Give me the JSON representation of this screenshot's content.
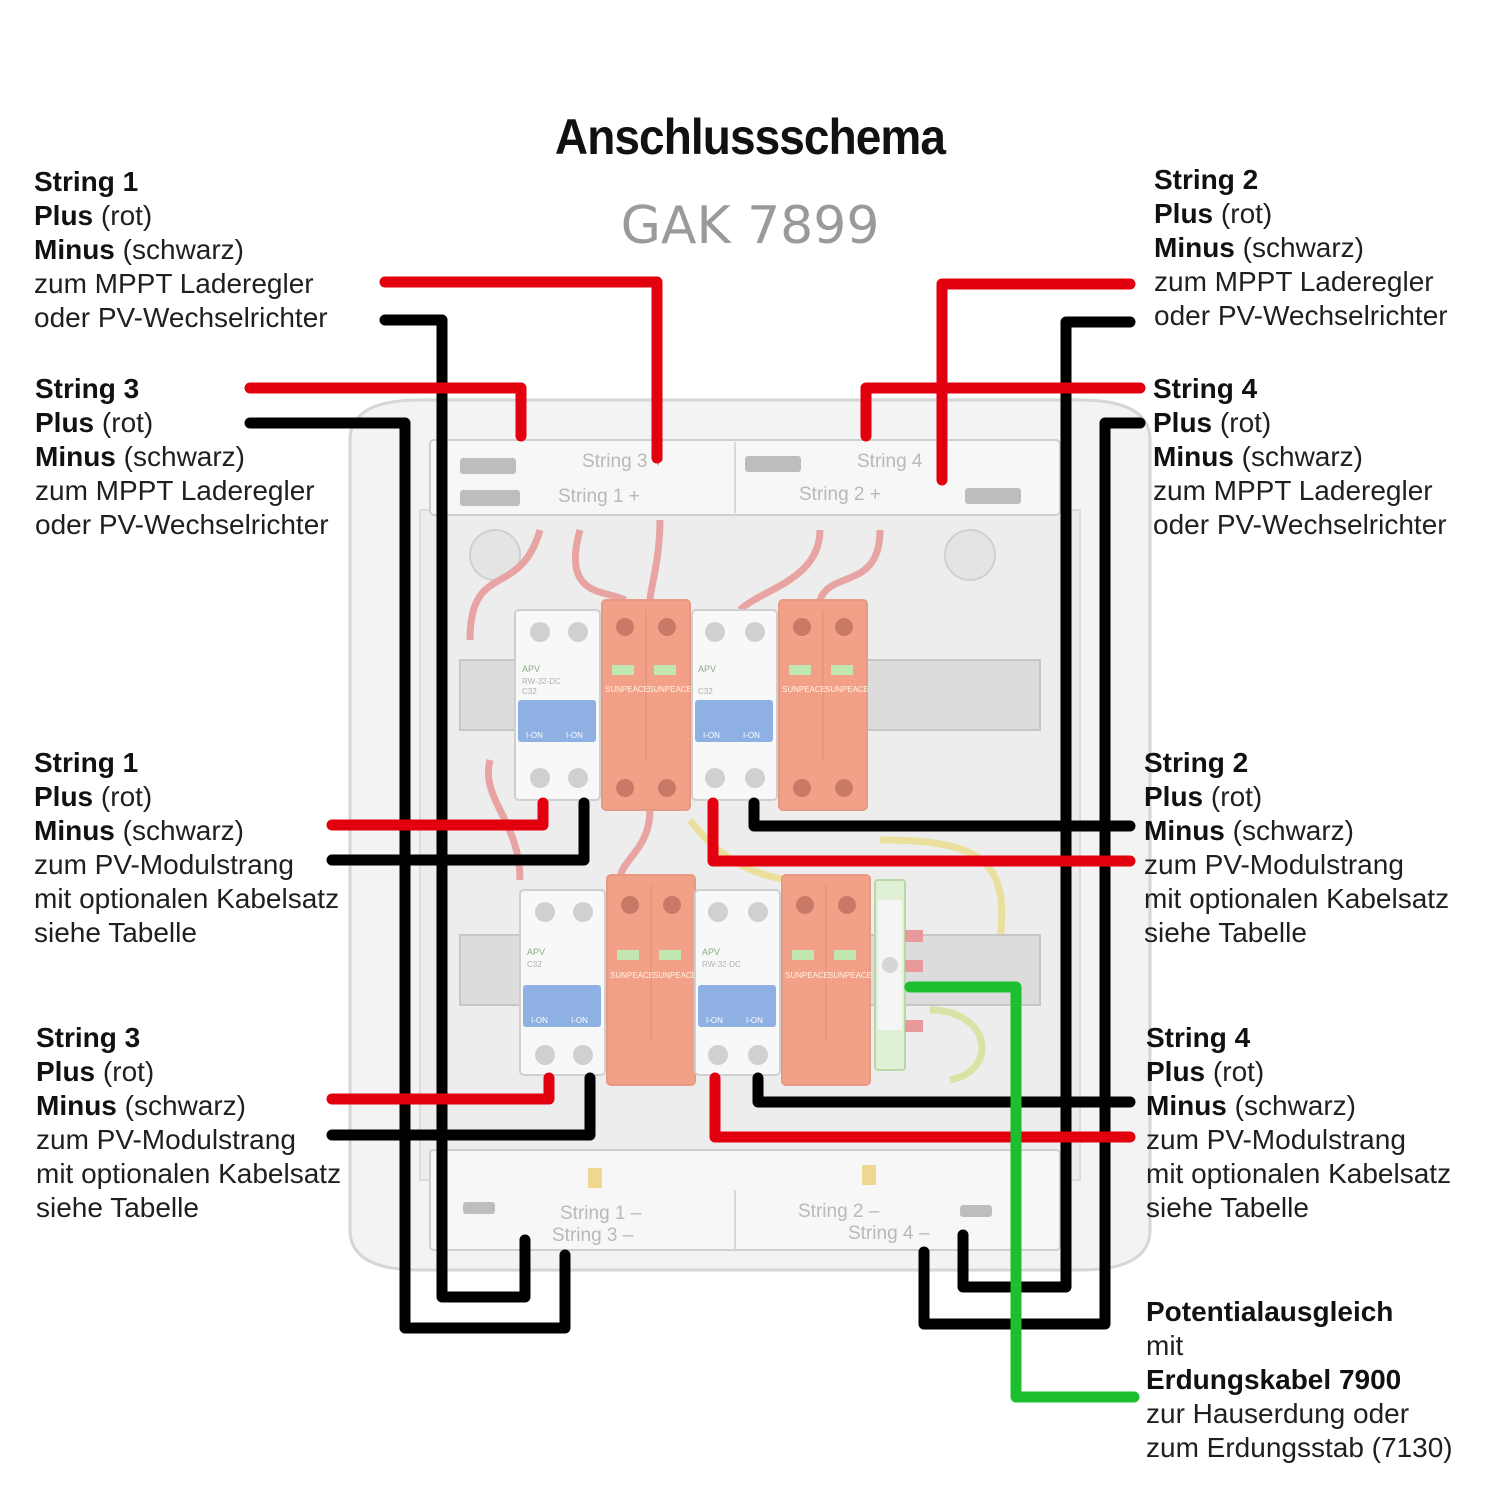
{
  "title": "Anschlussschema",
  "subtitle": "GAK 7899",
  "box_labels": {
    "top_row1_left": "String 3 +",
    "top_row1_right": "String 4",
    "top_row2_left": "String 1 +",
    "top_row2_right": "String 2 +",
    "bottom_row1_left": "String 1 –",
    "bottom_row1_right": "String 2 –",
    "bottom_row2_left": "String 3 –",
    "bottom_row2_right": "String 4 –"
  },
  "devices": {
    "breaker_brand": "APV",
    "breaker_model": "RW-32-DC",
    "breaker_rating": "C32",
    "breaker_switch": "I-ON",
    "spd_brand": "SUNPEACE"
  },
  "annotations": {
    "top_left": {
      "heading": "String 1",
      "plus_bold": "Plus",
      "plus_rest": " (rot)",
      "minus_bold": "Minus",
      "minus_rest": " (schwarz)",
      "line1": "zum MPPT Laderegler",
      "line2": "oder PV-Wechselrichter"
    },
    "top_right": {
      "heading": "String 2",
      "plus_bold": "Plus",
      "plus_rest": " (rot)",
      "minus_bold": "Minus",
      "minus_rest": " (schwarz)",
      "line1": "zum MPPT Laderegler",
      "line2": "oder PV-Wechselrichter"
    },
    "upper_left": {
      "heading": "String 3",
      "plus_bold": "Plus",
      "plus_rest": " (rot)",
      "minus_bold": "Minus",
      "minus_rest": " (schwarz)",
      "line1": "zum MPPT Laderegler",
      "line2": "oder PV-Wechselrichter"
    },
    "upper_right": {
      "heading": "String 4",
      "plus_bold": "Plus",
      "plus_rest": " (rot)",
      "minus_bold": "Minus",
      "minus_rest": " (schwarz)",
      "line1": "zum MPPT Laderegler",
      "line2": "oder PV-Wechselrichter"
    },
    "mid_left": {
      "heading": "String 1",
      "plus_bold": "Plus",
      "plus_rest": " (rot)",
      "minus_bold": "Minus",
      "minus_rest": " (schwarz)",
      "line1": "zum PV-Modulstrang",
      "line2": "mit optionalen Kabelsatz",
      "line3": "siehe Tabelle"
    },
    "mid_right": {
      "heading": "String 2",
      "plus_bold": "Plus",
      "plus_rest": " (rot)",
      "minus_bold": "Minus",
      "minus_rest": " (schwarz)",
      "line1": "zum PV-Modulstrang",
      "line2": "mit optionalen Kabelsatz",
      "line3": "siehe Tabelle"
    },
    "low_left": {
      "heading": "String 3",
      "plus_bold": "Plus",
      "plus_rest": " (rot)",
      "minus_bold": "Minus",
      "minus_rest": " (schwarz)",
      "line1": "zum PV-Modulstrang",
      "line2": "mit optionalen Kabelsatz",
      "line3": "siehe Tabelle"
    },
    "low_right": {
      "heading": "String 4",
      "plus_bold": "Plus",
      "plus_rest": " (rot)",
      "minus_bold": "Minus",
      "minus_rest": " (schwarz)",
      "line1": "zum PV-Modulstrang",
      "line2": "mit optionalen Kabelsatz",
      "line3": "siehe Tabelle"
    },
    "ground": {
      "heading": "Potentialausgleich",
      "line1": "mit",
      "bold2": "Erdungskabel 7900",
      "line3": "zur Hauserdung oder",
      "line4": "zum Erdungsstab (7130)"
    }
  },
  "colors": {
    "plus_wire": "#e2000f",
    "minus_wire": "#000000",
    "ground_wire": "#1cc02e"
  }
}
